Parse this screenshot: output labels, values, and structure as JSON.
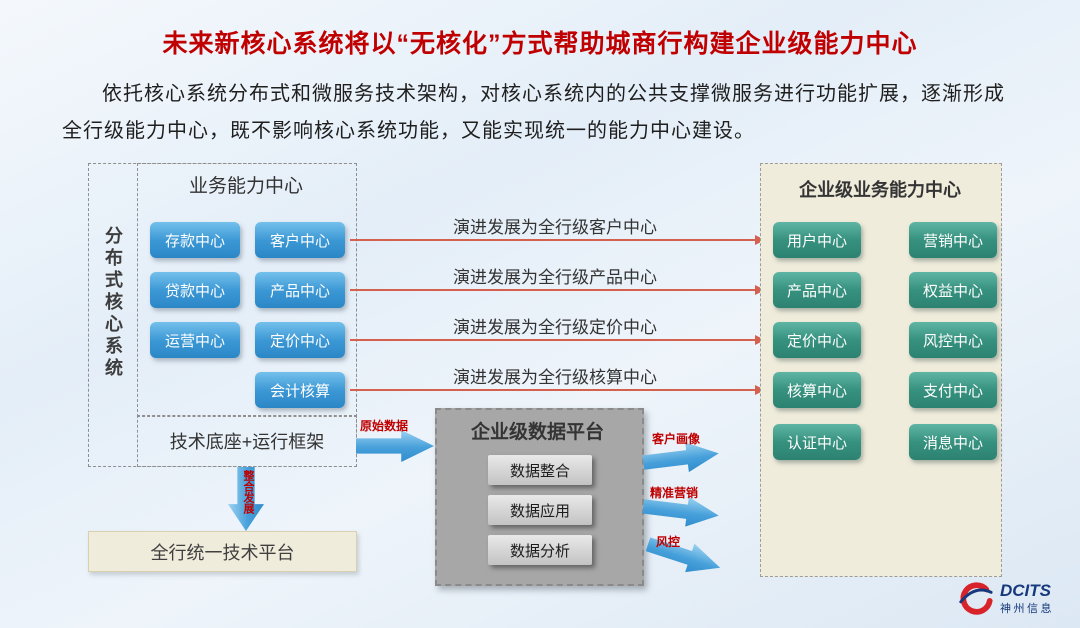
{
  "title": "未来新核心系统将以“无核化”方式帮助城商行构建企业级能力中心",
  "intro": "依托核心系统分布式和微服务技术架构，对核心系统内的公共支撑微服务进行功能扩展，逐渐形成全行级能力中心，既不影响核心系统功能，又能实现统一的能力中心建设。",
  "core_system": {
    "vertical_label": "分布式核心系统",
    "business_center_title": "业务能力中心",
    "centers": [
      "存款中心",
      "客户中心",
      "贷款中心",
      "产品中心",
      "运营中心",
      "定价中心",
      "会计核算"
    ],
    "tech_base": "技术底座+运行框架",
    "integration_arrow_label": "整合发展",
    "unified_platform": "全行统一技术平台"
  },
  "evolution_labels": [
    "演进发展为全行级客户中心",
    "演进发展为全行级产品中心",
    "演进发展为全行级定价中心",
    "演进发展为全行级核算中心"
  ],
  "data_platform": {
    "input_label": "原始数据",
    "title": "企业级数据平台",
    "modules": [
      "数据整合",
      "数据应用",
      "数据分析"
    ],
    "outputs": [
      "客户画像",
      "精准营销",
      "风控"
    ]
  },
  "enterprise_center": {
    "title": "企业级业务能力中心",
    "col1": [
      "用户中心",
      "产品中心",
      "定价中心",
      "核算中心",
      "认证中心"
    ],
    "col2": [
      "营销中心",
      "权益中心",
      "风控中心",
      "支付中心",
      "消息中心"
    ]
  },
  "logo": {
    "brand": "DCITS",
    "company": "神州信息"
  },
  "colors": {
    "title_red": "#c00000",
    "body_text": "#1f1f1f",
    "evo_arrow": "#d4604e",
    "flow_label": "#c00000",
    "beige": "#f0ecdc",
    "gray": "#a7a7a7"
  }
}
